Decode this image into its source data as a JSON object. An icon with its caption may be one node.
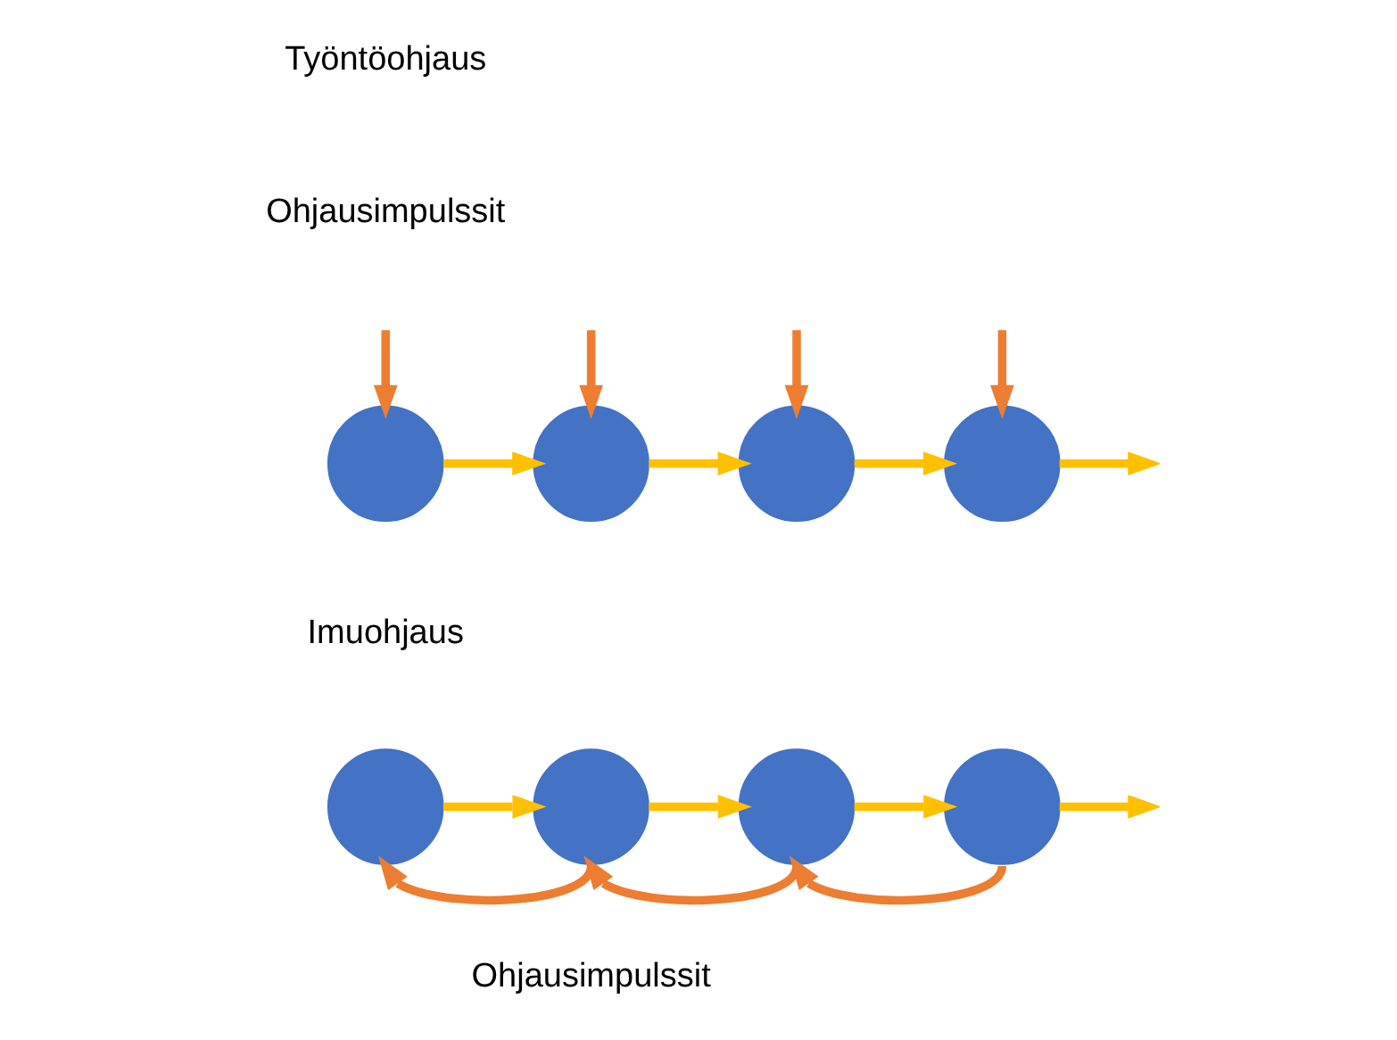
{
  "diagram": {
    "nodes": [
      {
        "text": [],
        "shape": "circle"
      },
      {
        "text": [],
        "shape": "circle"
      },
      {
        "text": [],
        "shape": "circle"
      },
      {
        "text": [],
        "shape": "circle"
      },
      {
        "text": [],
        "shape": "circle"
      },
      {
        "text": [],
        "shape": "circle"
      },
      {
        "text": [],
        "shape": "circle"
      },
      {
        "text": [],
        "shape": "circle"
      }
    ],
    "edges": [
      {
        "from": 0,
        "to": 1,
        "arrow": "to",
        "color": "#ffc000"
      },
      {
        "from": 1,
        "to": 2,
        "arrow": "to",
        "color": "#ffc000"
      },
      {
        "from": 2,
        "to": 3,
        "arrow": "to",
        "color": "#ffc000"
      },
      {
        "from": 3,
        "to": null,
        "arrow": "to",
        "color": "#ffc000"
      },
      {
        "from": null,
        "to": 0,
        "arrow": "to",
        "color": "#ed7d31"
      },
      {
        "from": null,
        "to": 1,
        "arrow": "to",
        "color": "#ed7d31"
      },
      {
        "from": null,
        "to": 2,
        "arrow": "to",
        "color": "#ed7d31"
      },
      {
        "from": null,
        "to": 3,
        "arrow": "to",
        "color": "#ed7d31"
      },
      {
        "from": 4,
        "to": 5,
        "arrow": "to",
        "color": "#ffc000"
      },
      {
        "from": 5,
        "to": 6,
        "arrow": "to",
        "color": "#ffc000"
      },
      {
        "from": 6,
        "to": 7,
        "arrow": "to",
        "color": "#ffc000"
      },
      {
        "from": 7,
        "to": null,
        "arrow": "to",
        "color": "#ffc000"
      },
      {
        "from": 5,
        "to": 4,
        "arrow": "to",
        "color": "#ed7d31"
      },
      {
        "from": 6,
        "to": 5,
        "arrow": "to",
        "color": "#ed7d31"
      },
      {
        "from": 7,
        "to": 6,
        "arrow": "to",
        "color": "#ed7d31"
      }
    ],
    "labels": [
      "Työntöohjaus",
      "Ohjausimpulssit",
      "Imuohjaus",
      "Ohjausimpulssit"
    ]
  }
}
